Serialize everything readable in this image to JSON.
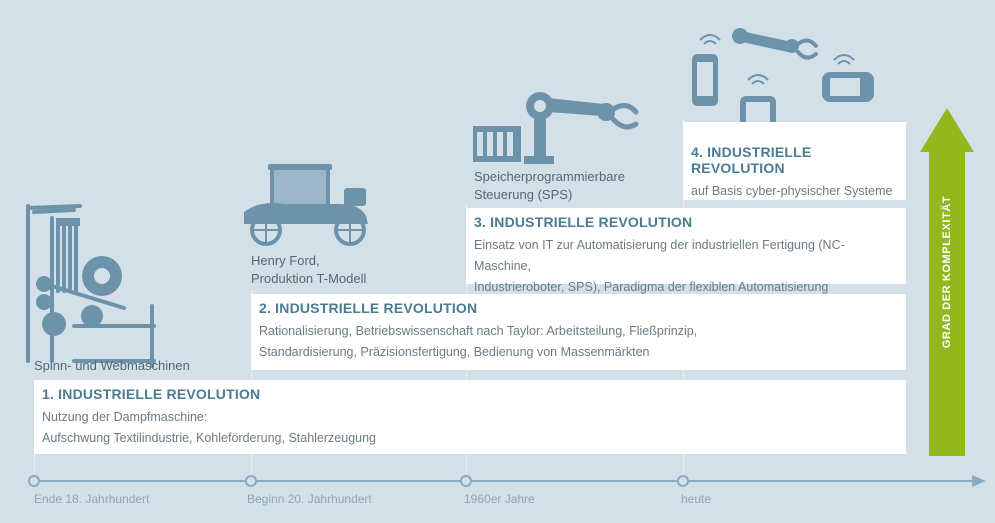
{
  "colors": {
    "background": "#d4e0e8",
    "box": "#ffffff",
    "title": "#4a7b93",
    "icon": "#6d93ab",
    "arrow": "#93b71d",
    "timeline": "#88adc3"
  },
  "icons": {
    "loom": "loom-icon",
    "car": "ford-model-t-icon",
    "plc": "plc-rack-icon",
    "robot_arm": "robot-arm-icon",
    "cps": "cyber-physical-devices-icon"
  },
  "revolutions": [
    {
      "title": "1. INDUSTRIELLE REVOLUTION",
      "desc": "Nutzung der Dampfmaschine:\nAufschwung Textilindustrie, Kohleförderung, Stahlerzeugung",
      "caption": "Spinn- und Webmaschinen"
    },
    {
      "title": "2. INDUSTRIELLE REVOLUTION",
      "desc": "Rationalisierung, Betriebswissenschaft nach Taylor: Arbeitsteilung, Fließprinzip,\nStandardisierung, Präzisionsfertigung, Bedienung von Massenmärkten",
      "caption": "Henry Ford,\nProduktion T-Modell"
    },
    {
      "title": "3. INDUSTRIELLE REVOLUTION",
      "desc": "Einsatz von IT zur Automatisierung der industriellen Fertigung (NC-Maschine,\nIndustrieroboter, SPS), Paradigma der flexiblen Automatisierung",
      "caption": "Speicherprogrammierbare\nSteuerung (SPS)"
    },
    {
      "title": "4. INDUSTRIELLE REVOLUTION",
      "desc": "auf Basis cyber-physischer Systeme",
      "caption": ""
    }
  ],
  "timeline": [
    "Ende 18. Jahrhundert",
    "Beginn 20. Jahrhundert",
    "1960er Jahre",
    "heute"
  ],
  "complexity_label": "GRAD DER KOMPLEXITÄT"
}
